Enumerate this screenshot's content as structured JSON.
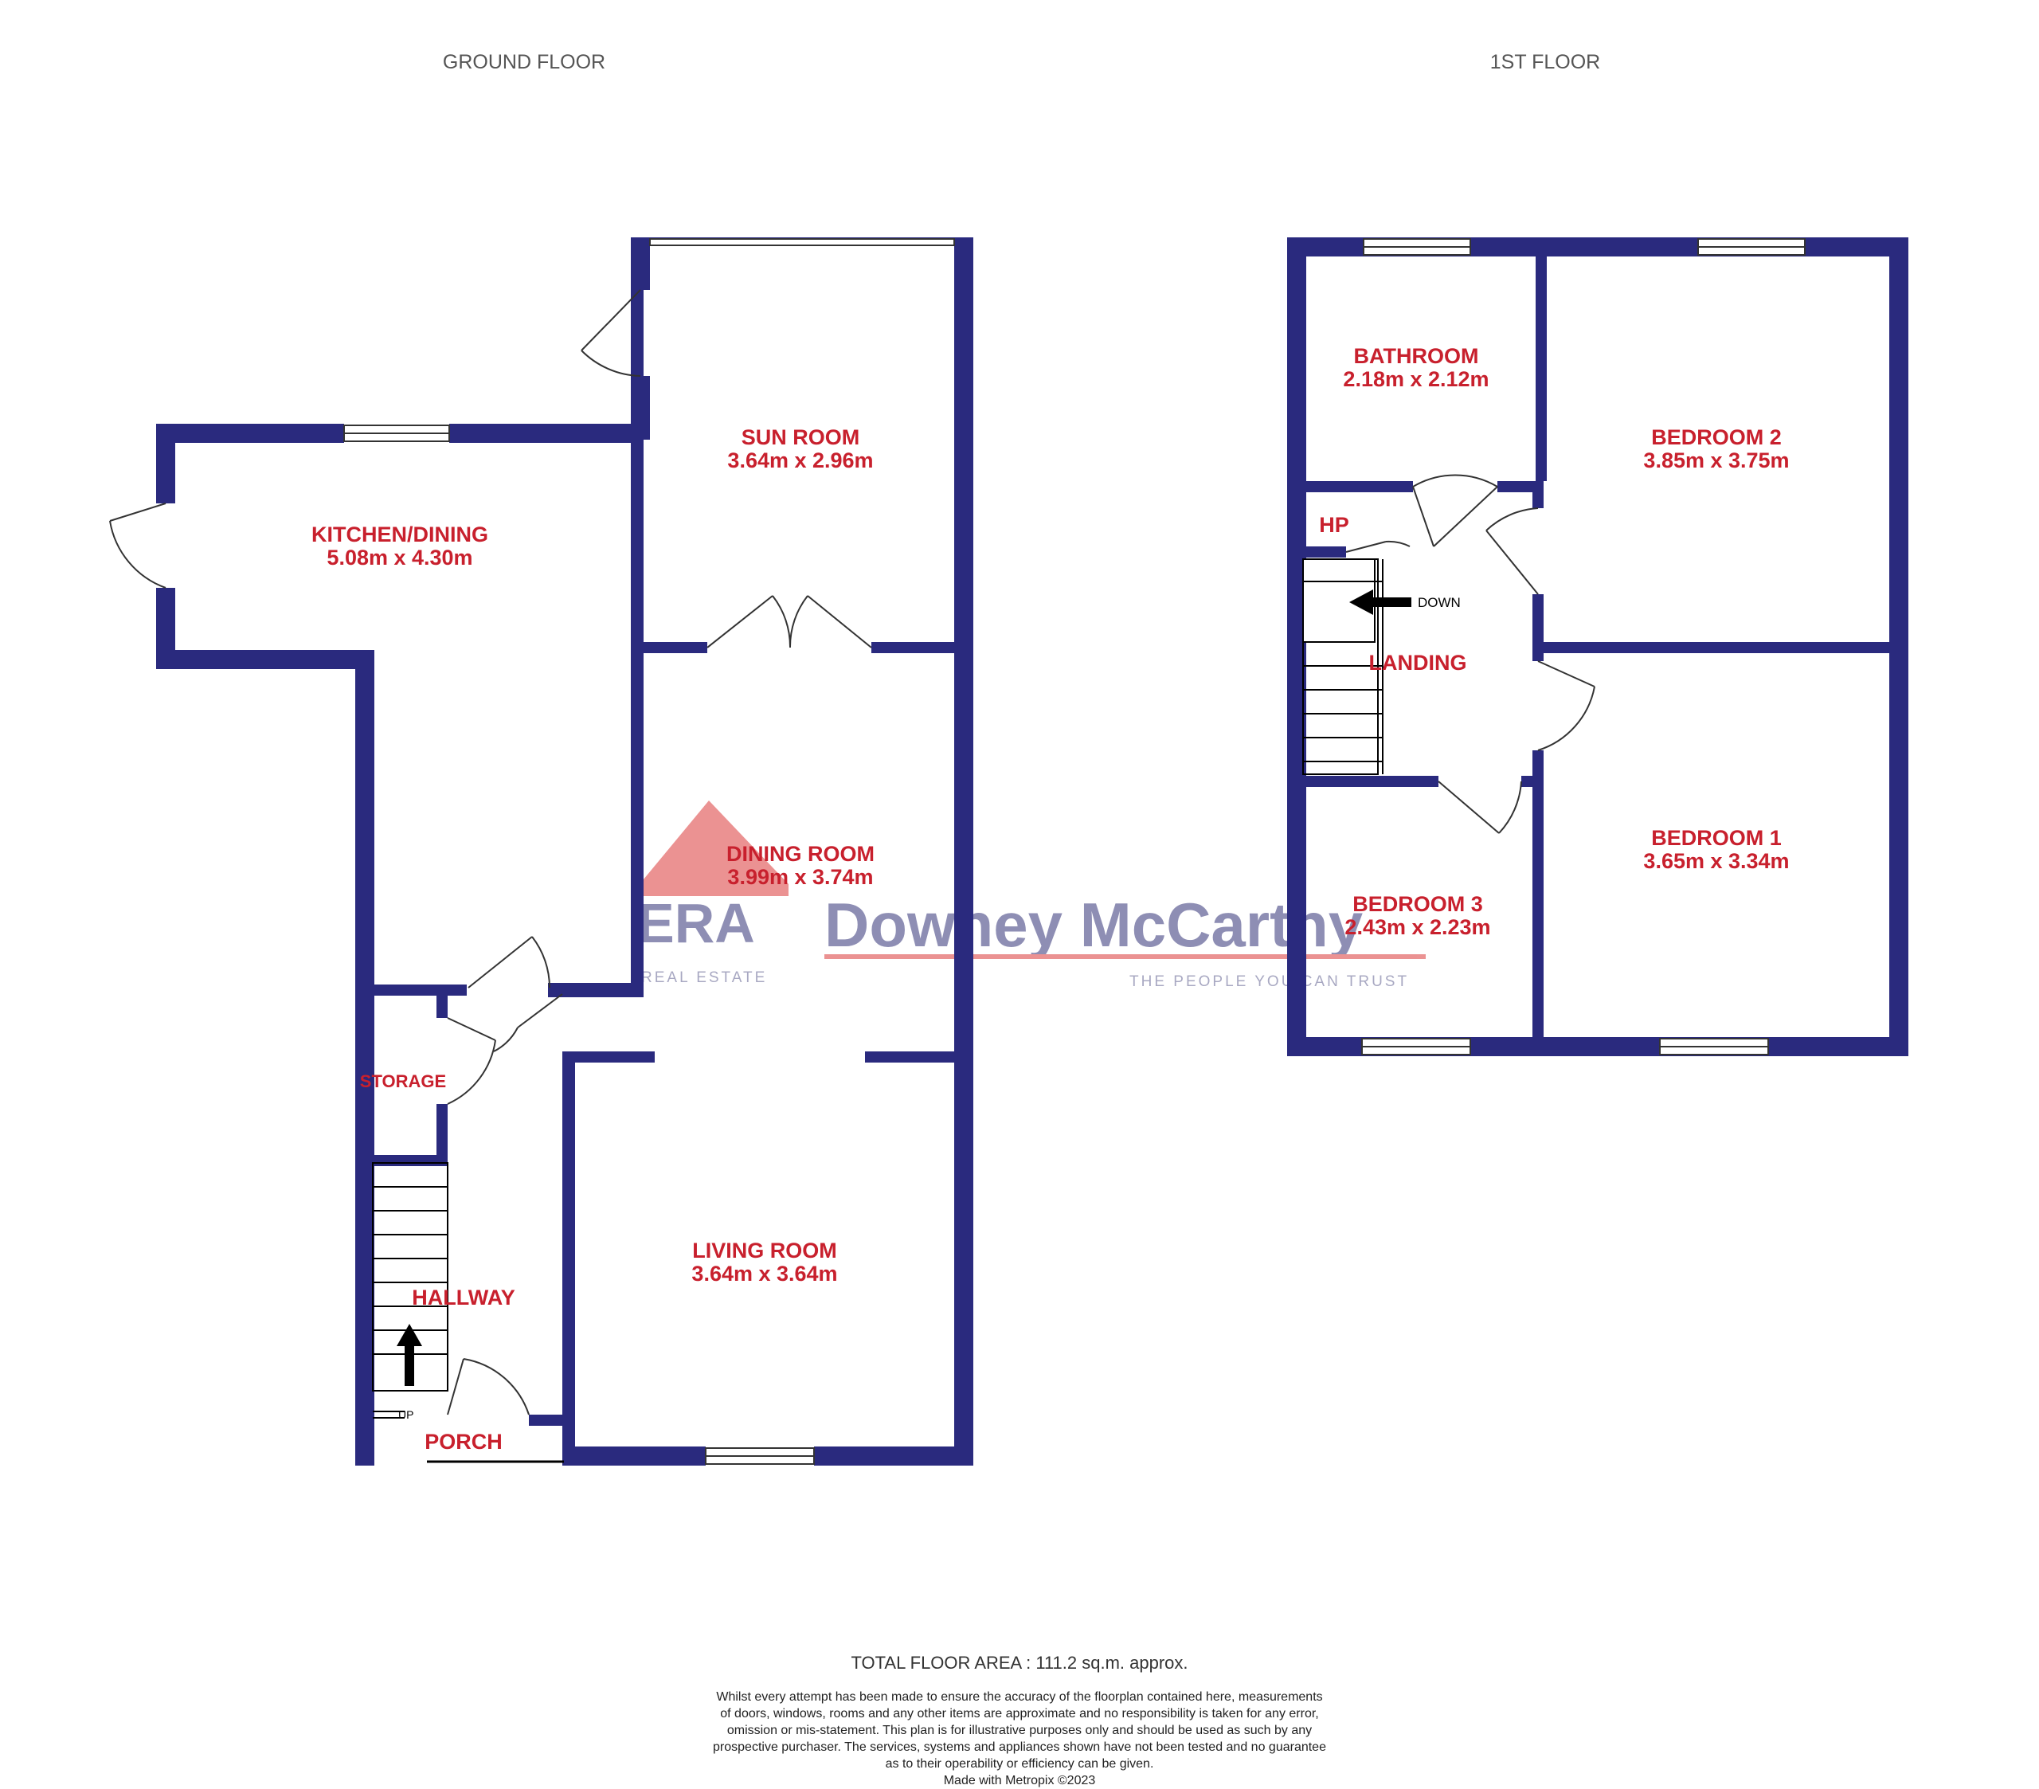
{
  "floors": {
    "ground": {
      "title": "GROUND FLOOR",
      "rooms": {
        "kitchen": {
          "name": "KITCHEN/DINING",
          "dims": "5.08m  x 4.30m"
        },
        "sun_room": {
          "name": "SUN ROOM",
          "dims": "3.64m  x 2.96m"
        },
        "dining": {
          "name": "DINING ROOM",
          "dims": "3.99m  x 3.74m"
        },
        "living": {
          "name": "LIVING ROOM",
          "dims": "3.64m  x 3.64m"
        },
        "storage": {
          "name": "STORAGE"
        },
        "hallway": {
          "name": "HALLWAY"
        },
        "porch": {
          "name": "PORCH"
        }
      },
      "stair_label": "UP"
    },
    "first": {
      "title": "1ST FLOOR",
      "rooms": {
        "bathroom": {
          "name": "BATHROOM",
          "dims": "2.18m  x 2.12m"
        },
        "bedroom2": {
          "name": "BEDROOM 2",
          "dims": "3.85m  x 3.75m"
        },
        "hp": {
          "name": "HP"
        },
        "landing": {
          "name": "LANDING"
        },
        "bedroom1": {
          "name": "BEDROOM 1",
          "dims": "3.65m  x 3.34m"
        },
        "bedroom3": {
          "name": "BEDROOM 3",
          "dims": "2.43m  x 2.23m"
        }
      },
      "stair_label": "DOWN"
    }
  },
  "watermark": {
    "brand": "ERA",
    "brand_sub": "REAL ESTATE",
    "agency": "Downey McCarthy",
    "tagline": "THE PEOPLE YOU CAN TRUST"
  },
  "footer": {
    "total_area": "TOTAL FLOOR AREA : 111.2 sq.m. approx.",
    "disclaimer_lines": [
      "Whilst every attempt has been made to ensure the accuracy of the floorplan contained here, measurements",
      "of doors, windows, rooms and any other items are approximate and no responsibility is taken for any error,",
      "omission or mis-statement. This plan is for illustrative purposes only and should be used as such by any",
      "prospective purchaser. The services, systems and appliances shown have not been tested and no guarantee",
      "as to their operability or efficiency can be given.",
      "Made with Metropix ©2023"
    ]
  },
  "colors": {
    "wall": "#2a2a7e",
    "label": "#c8202d",
    "watermark_red": "#e05555",
    "watermark_text": "#7b7ba8"
  }
}
